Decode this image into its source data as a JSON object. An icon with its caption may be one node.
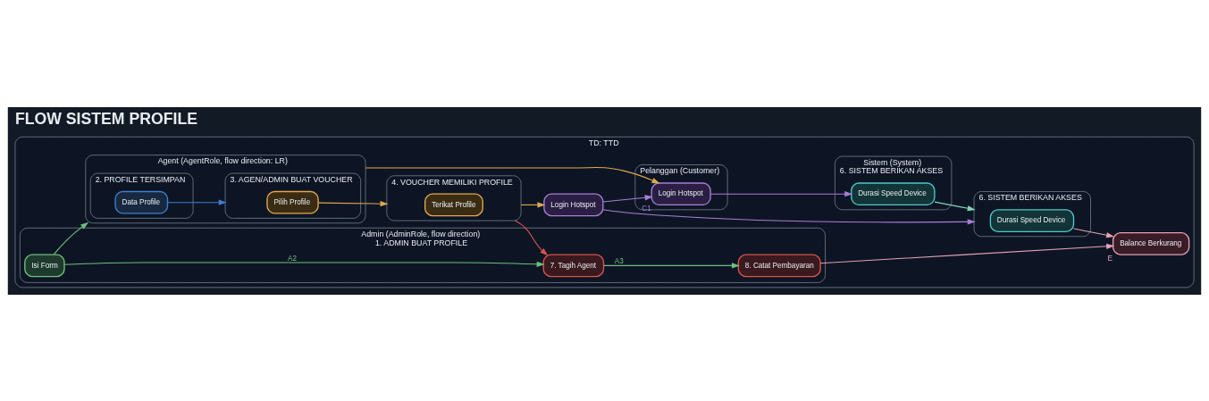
{
  "diagram": {
    "title": "FLOW SISTEM PROFILE",
    "nodes": [
      {
        "text": [
          "TD: TTD"
        ]
      },
      {
        "text": [
          "Admin (AdminRole, flow direction)",
          "1. ADMIN BUAT PROFILE"
        ],
        "in": 0
      },
      {
        "text": [
          "Isi Form"
        ],
        "in": 1
      },
      {
        "text": [
          "7. Tagih Agent"
        ],
        "in": 1
      },
      {
        "text": [
          "8. Catat Pembayaran"
        ],
        "in": 1
      },
      {
        "text": [
          "Agent (AgentRole, flow direction: LR)"
        ],
        "in": 0
      },
      {
        "text": [
          "2. PROFILE TERSIMPAN"
        ],
        "in": 5
      },
      {
        "text": [
          "Data Profile"
        ],
        "in": 6
      },
      {
        "text": [
          "3. AGEN/ADMIN BUAT VOUCHER"
        ],
        "in": 5
      },
      {
        "text": [
          "Pilih Profile"
        ],
        "in": 8
      },
      {
        "text": [
          "Pelanggan (Customer)"
        ],
        "in": 0
      },
      {
        "text": [
          "Login Hotspot"
        ],
        "in": 10,
        "beside": [
          "C1"
        ]
      },
      {
        "text": [
          "Sistem (System)",
          "6. SISTEM BERIKAN AKSES"
        ],
        "in": 0
      },
      {
        "text": [
          "Durasi Speed Device"
        ],
        "in": 12
      },
      {
        "text": [
          "4. VOUCHER MEMILIKI PROFILE"
        ],
        "in": 0
      },
      {
        "text": [
          "Terikat Profile"
        ],
        "in": 14
      },
      {
        "text": [
          "Login Hotspot"
        ],
        "in": 0
      },
      {
        "text": [
          "6. SISTEM BERIKAN AKSES"
        ],
        "in": 0
      },
      {
        "text": [
          "Durasi Speed Device"
        ],
        "in": 17
      },
      {
        "text": [
          "Balance Berkurang"
        ],
        "in": 0,
        "beside": [
          "E"
        ]
      }
    ],
    "edges": [
      {
        "from": 2,
        "to": 5,
        "arrow": "to",
        "color": "#6fbf7f"
      },
      {
        "from": 2,
        "to": 3,
        "arrow": "to",
        "label": "A2",
        "color": "#6fbf7f"
      },
      {
        "from": 3,
        "to": 4,
        "arrow": "to",
        "label": "A3",
        "color": "#6fbf7f"
      },
      {
        "from": 7,
        "to": 8,
        "arrow": "to",
        "color": "#3f7fd0"
      },
      {
        "from": 5,
        "to": 11,
        "arrow": "to",
        "color": "#e0a94f"
      },
      {
        "from": 9,
        "to": 14,
        "arrow": "to",
        "color": "#e0a94f"
      },
      {
        "from": 14,
        "to": 16,
        "arrow": "to",
        "color": "#e0a94f"
      },
      {
        "from": 16,
        "to": 11,
        "arrow": "to",
        "color": "#a77fd6"
      },
      {
        "from": 11,
        "to": 13,
        "arrow": "to",
        "color": "#a77fd6"
      },
      {
        "from": 16,
        "to": 17,
        "arrow": "to",
        "color": "#a77fd6"
      },
      {
        "from": 13,
        "to": 17,
        "arrow": "to",
        "color": "#7fd6b8"
      },
      {
        "from": 14,
        "to": 3,
        "arrow": "to",
        "color": "#d8554f"
      },
      {
        "from": 4,
        "to": 19,
        "arrow": "to",
        "color": "#e6a0b4"
      },
      {
        "from": 18,
        "to": 19,
        "arrow": "to",
        "color": "#e6a0b4"
      }
    ]
  }
}
